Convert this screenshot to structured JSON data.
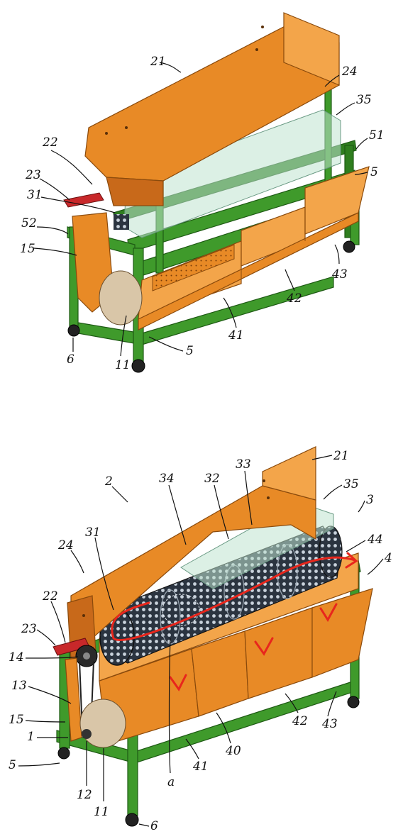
{
  "figure_top": {
    "labels": [
      "21",
      "24",
      "35",
      "51",
      "5",
      "22",
      "23",
      "31",
      "52",
      "15",
      "43",
      "42",
      "41",
      "6",
      "11",
      "5"
    ]
  },
  "figure_bottom": {
    "labels": [
      "21",
      "33",
      "32",
      "34",
      "35",
      "3",
      "2",
      "31",
      "44",
      "4",
      "24",
      "22",
      "23",
      "14",
      "13",
      "15",
      "1",
      "5",
      "12",
      "11",
      "6",
      "a",
      "41",
      "40",
      "42",
      "43"
    ]
  },
  "colors": {
    "frame": "#3f9a2b",
    "hopper": "#e88a26",
    "drum": "#2b3440",
    "flow_arrow": "#e8261c",
    "glass_cover": "#bfe3d0"
  }
}
